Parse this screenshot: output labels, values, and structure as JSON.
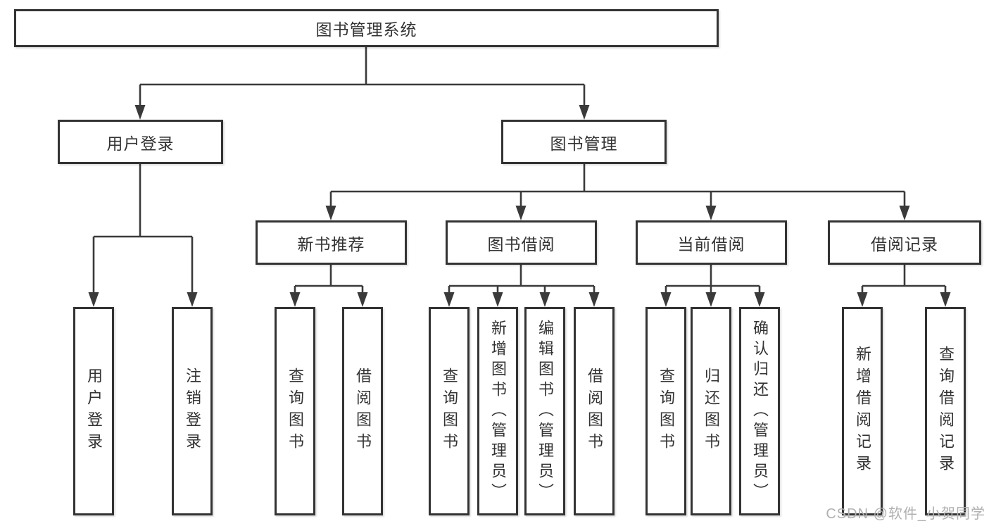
{
  "diagram": {
    "title": "图书管理系统",
    "level2": {
      "user_login": "用户登录",
      "book_mgmt": "图书管理"
    },
    "level3": {
      "new_book_rec": "新书推荐",
      "book_borrow": "图书借阅",
      "current_borrow": "当前借阅",
      "borrow_records": "借阅记录"
    },
    "leaves": {
      "user_login": "用户登录",
      "logout": "注销登录",
      "nbr_query": "查询图书",
      "nbr_borrow": "借阅图书",
      "bb_query": "查询图书",
      "bb_add": "新增图书（管理员）",
      "bb_edit": "编辑图书（管理员）",
      "bb_borrow": "借阅图书",
      "cb_query": "查询图书",
      "cb_return": "归还图书",
      "cb_confirm": "确认归还（管理员）",
      "br_add": "新增借阅记录",
      "br_query": "查询借阅记录"
    }
  },
  "watermark": {
    "text": "CSDN @软件_小贺同学"
  },
  "colors": {
    "line": "#3a3a3a",
    "text": "#333333",
    "watermark": "#b0b0b0",
    "background": "#ffffff"
  }
}
